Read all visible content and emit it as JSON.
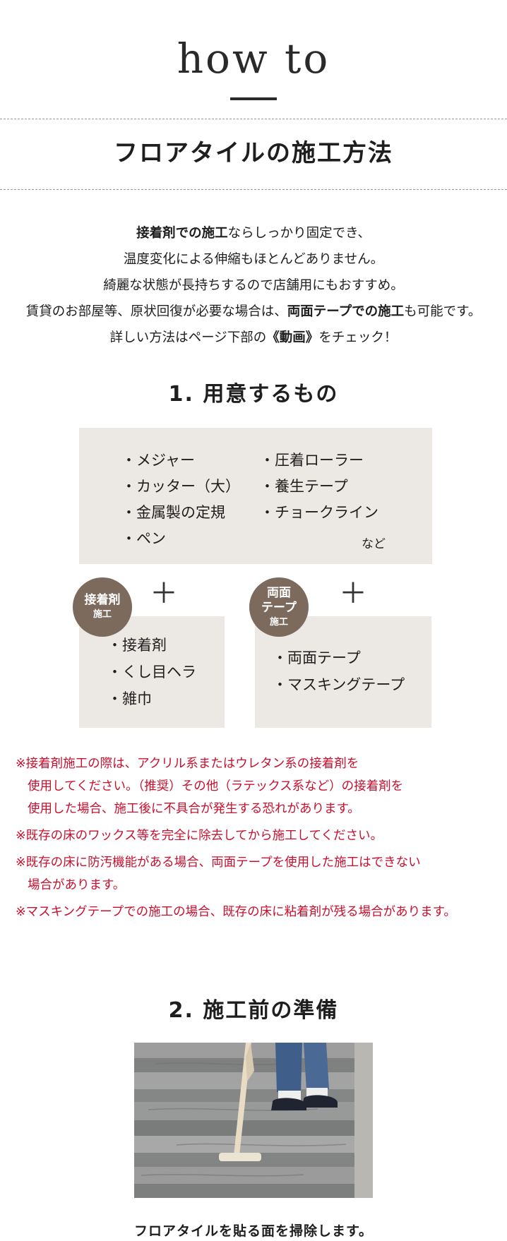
{
  "header": {
    "title": "how to",
    "section_title": "フロアタイルの施工方法"
  },
  "intro": {
    "line1_bold": "接着剤での施工",
    "line1_rest": "ならしっかり固定でき、",
    "line2": "温度変化による伸縮もほとんどありません。",
    "line3": "綺麗な状態が長持ちするので店舗用にもおすすめ。",
    "line4_pre": "賃貸のお部屋等、原状回復が必要な場合は、",
    "line4_bold": "両面テープでの施工",
    "line4_post": "も可能です。",
    "line5_pre": "詳しい方法はページ下部の",
    "line5_bold": "《動画》",
    "line5_post": "をチェック！"
  },
  "section1": {
    "heading": "1. 用意するもの",
    "tools_col1": [
      "・メジャー",
      "・カッター（大）",
      "・金属製の定規",
      "・ペン"
    ],
    "tools_col2": [
      "・圧着ローラー",
      "・養生テープ",
      "・チョークライン"
    ],
    "etc": "など",
    "plus": "＋",
    "glue_badge": {
      "line1": "接着剤",
      "line2": "施工"
    },
    "glue_items": [
      "・接着剤",
      "・くし目ヘラ",
      "・雑巾"
    ],
    "tape_badge": {
      "line1": "両面",
      "line2": "テープ",
      "line3": "施工"
    },
    "tape_items": [
      "・両面テープ",
      "・マスキングテープ"
    ]
  },
  "notes": [
    "※接着剤施工の際は、アクリル系またはウレタン系の接着剤を",
    "使用してください。（推奨）その他（ラテックス系など）の接着剤を",
    "使用した場合、施工後に不具合が発生する恐れがあります。",
    "※既存の床のワックス等を完全に除去してから施工してください。",
    "※既存の床に防汚機能がある場合、両面テープを使用した施工はできない",
    "場合があります。",
    "※マスキングテープでの施工の場合、既存の床に粘着剤が残る場合があります。"
  ],
  "section2": {
    "heading": "2. 施工前の準備",
    "caption": "フロアタイルを貼る面を掃除します。"
  },
  "colors": {
    "text": "#1e1e1e",
    "box": "#ece8e4",
    "badge": "#7c6a5c",
    "note_red": "#c8102e"
  }
}
